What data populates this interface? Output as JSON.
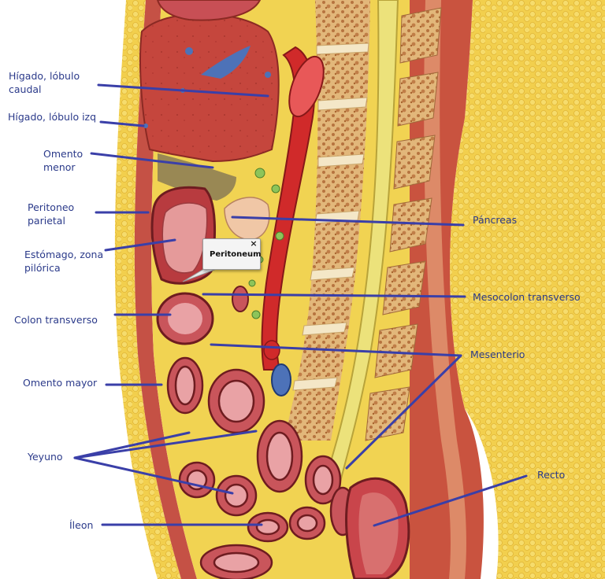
{
  "labels": {
    "higado_caudal": [
      "Hígado, lóbulo",
      "caudal"
    ],
    "higado_izq": "Hígado, lóbulo izq",
    "omento_menor": [
      "Omento",
      "menor"
    ],
    "peritoneo_parietal": [
      "Peritoneo",
      "parietal"
    ],
    "estomago": [
      "Estómago, zona",
      "pilórica"
    ],
    "colon_transverso": "Colon transverso",
    "omento_mayor": "Omento mayor",
    "yeyuno": "Yeyuno",
    "ileon": "Íleon",
    "pancreas": "Páncreas",
    "mesocolon": "Mesocolon transverso",
    "mesenterio": "Mesenterio",
    "recto": "Recto"
  },
  "tooltip": {
    "title": "Peritoneum",
    "close_icon": "×"
  },
  "colors": {
    "leader_line": "#3a3fa8",
    "label_text": "#2b3a8a",
    "fat": "#f0d24a",
    "muscle": "#c2463c",
    "liver": "#c0433b",
    "bone": "#e7c98f"
  }
}
